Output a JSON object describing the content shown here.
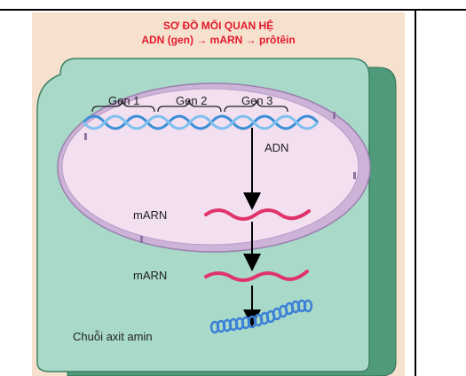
{
  "title": {
    "line1": "SƠ ĐỒ MỐI QUAN HỆ",
    "line2": "ADN (gen)  → mARN → prôtêin"
  },
  "labels": {
    "gene1": "Gen 1",
    "gene2": "Gen 2",
    "gene3": "Gen 3",
    "dna": "ADN",
    "mrna_nucleus": "mARN",
    "mrna_cytoplasm": "mARN",
    "amino_chain": "Chuỗi axit amin"
  },
  "colors": {
    "title": "#e4192b",
    "cell_fill": "#a8d9c9",
    "cell_back": "#4f9a78",
    "nucleus_fill": "#f2dff0",
    "nucleus_ring": "#cdb3d8",
    "dna": "#3b8fd6",
    "mrna": "#e0336a",
    "chain": "#3c7fd6"
  }
}
